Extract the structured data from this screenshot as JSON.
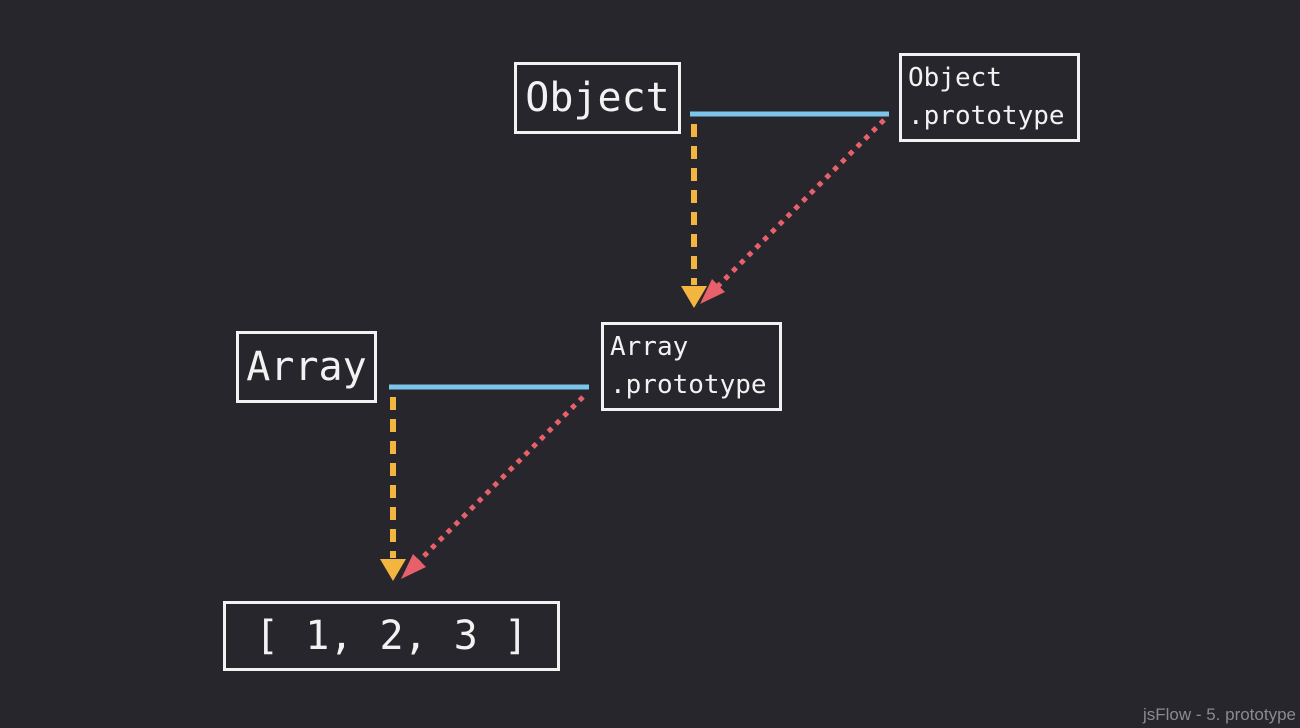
{
  "nodes": {
    "object": "Object",
    "object_prototype": {
      "line1": "Object",
      "line2": ".prototype"
    },
    "array": "Array",
    "array_prototype": {
      "line1": "Array",
      "line2": ".prototype"
    },
    "array_literal": "[ 1, 2, 3 ]"
  },
  "watermark": "jsFlow - 5. prototype",
  "colors": {
    "background": "#26262c",
    "box_border": "#f2f2f2",
    "prototype_link": "#7cc4ea",
    "constructor_link": "#f2b640",
    "proto_chain_link": "#e8606a"
  }
}
